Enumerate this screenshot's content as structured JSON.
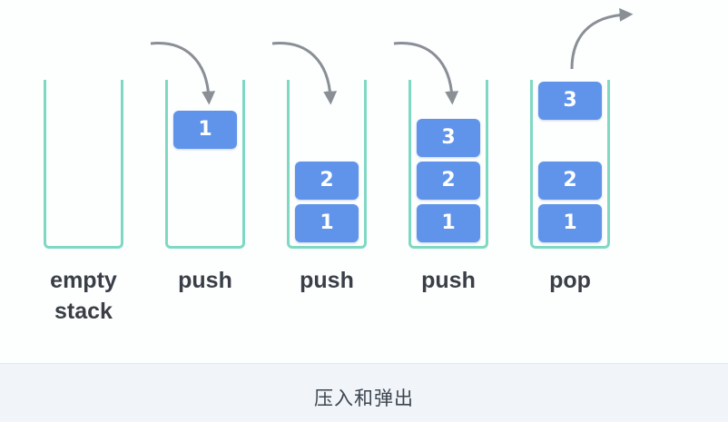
{
  "caption": "压入和弹出",
  "colors": {
    "block": "#5f94ea",
    "container_border": "#7fd9c2",
    "arrow": "#8a8f96",
    "label_text": "#3a3f47"
  },
  "stacks": [
    {
      "label_line1": "empty",
      "label_line2": "stack",
      "blocks": []
    },
    {
      "label_line1": "push",
      "label_line2": "",
      "blocks": [
        "1"
      ]
    },
    {
      "label_line1": "push",
      "label_line2": "",
      "blocks": [
        "2",
        "1"
      ]
    },
    {
      "label_line1": "push",
      "label_line2": "",
      "blocks": [
        "3",
        "2",
        "1"
      ]
    },
    {
      "label_line1": "pop",
      "label_line2": "",
      "blocks": [
        "3",
        "2",
        "1"
      ]
    }
  ],
  "arrows": [
    {
      "icon": "curved-arrow-down-icon"
    },
    {
      "icon": "curved-arrow-down-icon"
    },
    {
      "icon": "curved-arrow-down-icon"
    },
    {
      "icon": "curved-arrow-up-icon"
    }
  ]
}
